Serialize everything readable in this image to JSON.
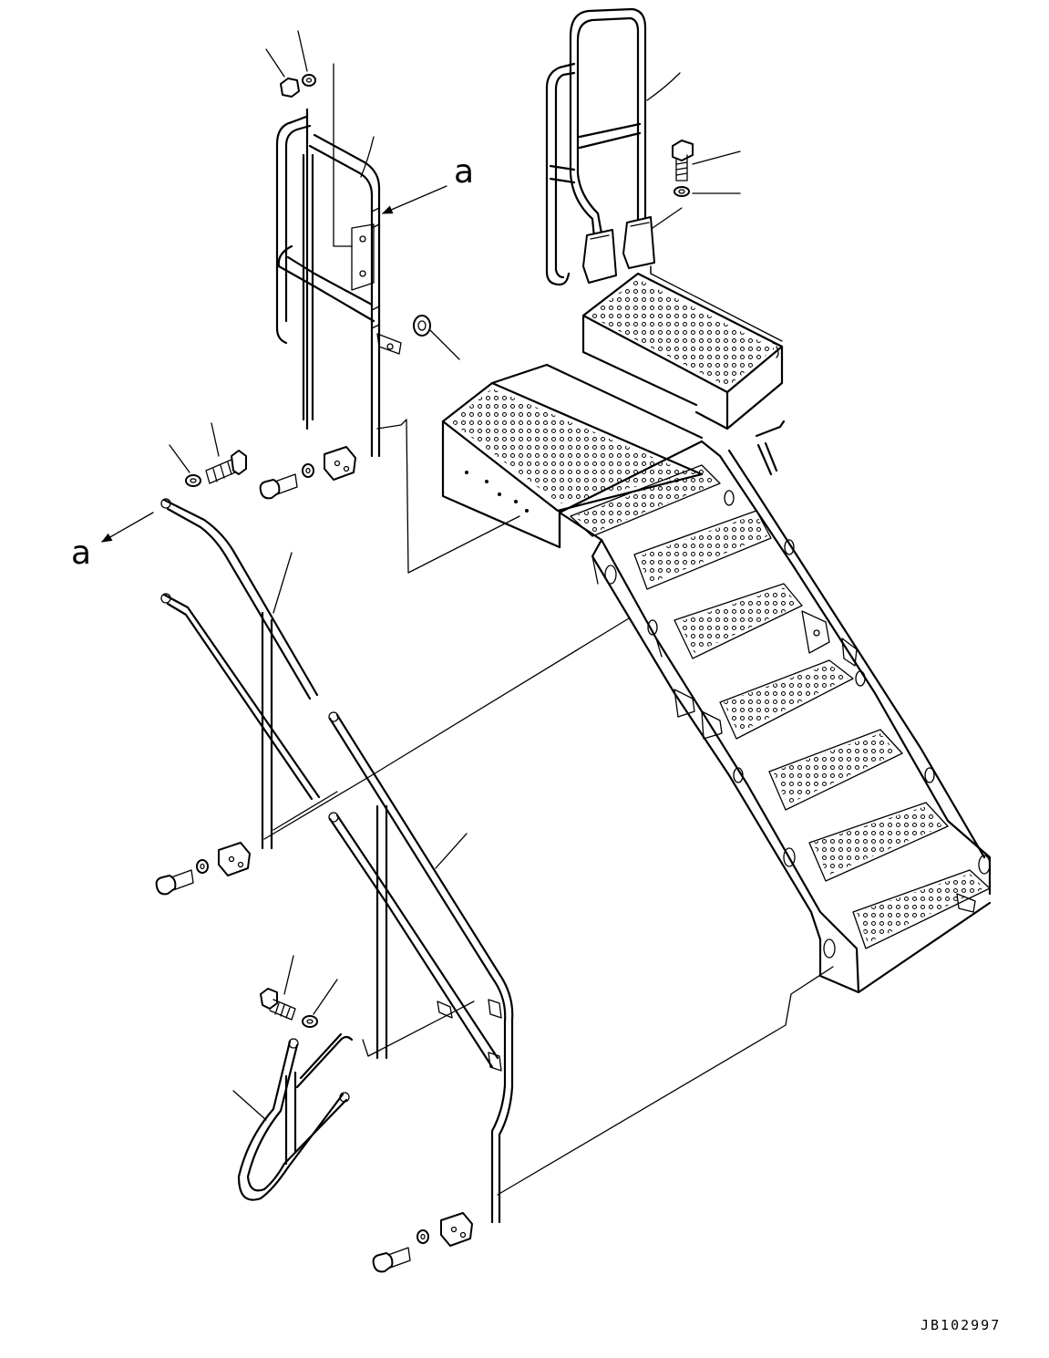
{
  "labels": {
    "view_ref_top": "a",
    "view_ref_left": "a"
  },
  "drawing_code": "JB102997"
}
